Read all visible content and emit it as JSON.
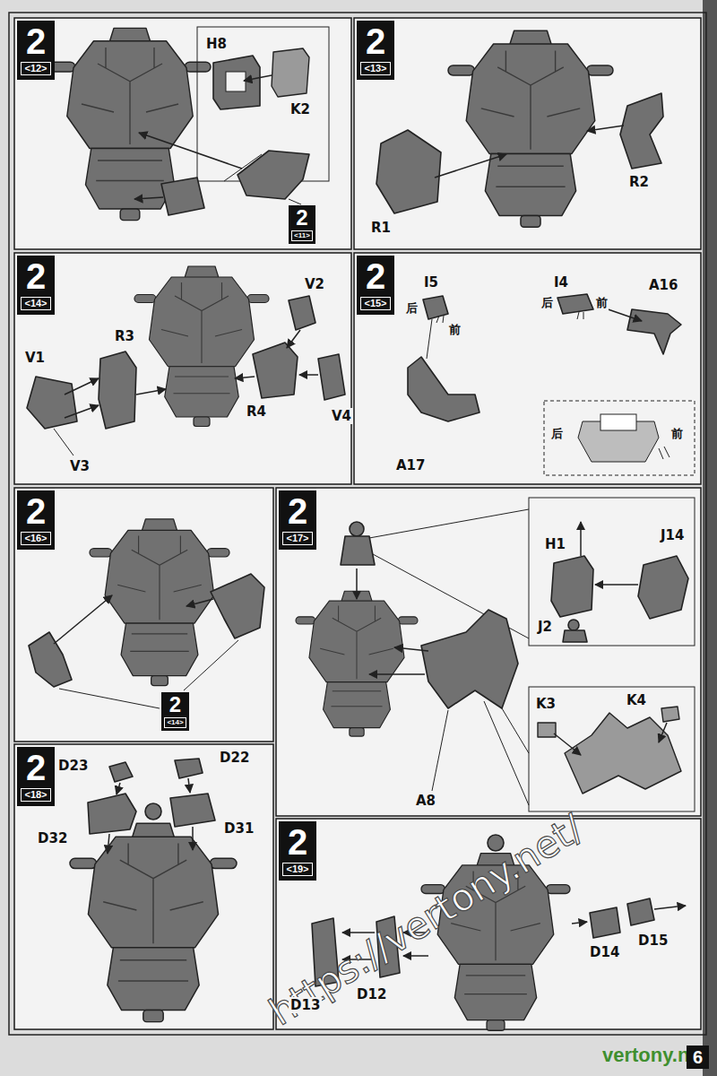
{
  "diagram": {
    "nodes": [
      {
        "text": [
          "2",
          "<12>"
        ]
      },
      {
        "text": [
          "2",
          "<11>"
        ]
      },
      {
        "text": [
          "2",
          "<13>"
        ]
      },
      {
        "text": [
          "2",
          "<14>"
        ]
      },
      {
        "text": [
          "2",
          "<15>"
        ]
      },
      {
        "text": [
          "2",
          "<16>"
        ]
      },
      {
        "text": [
          "2",
          "<14>"
        ]
      },
      {
        "text": [
          "2",
          "<17>"
        ]
      },
      {
        "text": [
          "2",
          "<18>"
        ]
      },
      {
        "text": [
          "2",
          "<19>"
        ]
      }
    ],
    "labels": [
      "H8",
      "K2",
      "R1",
      "R2",
      "V1",
      "R3",
      "V3",
      "V2",
      "R4",
      "V4",
      "I5",
      "后",
      "前",
      "I4",
      "后",
      "前",
      "A16",
      "A17",
      "后",
      "前",
      "H1",
      "J14",
      "J2",
      "A8",
      "K3",
      "K4",
      "D23",
      "D22",
      "D32",
      "D31",
      "D13",
      "D12",
      "D14",
      "D15",
      "https://vertony.net/",
      "vertony.net",
      "6"
    ]
  }
}
